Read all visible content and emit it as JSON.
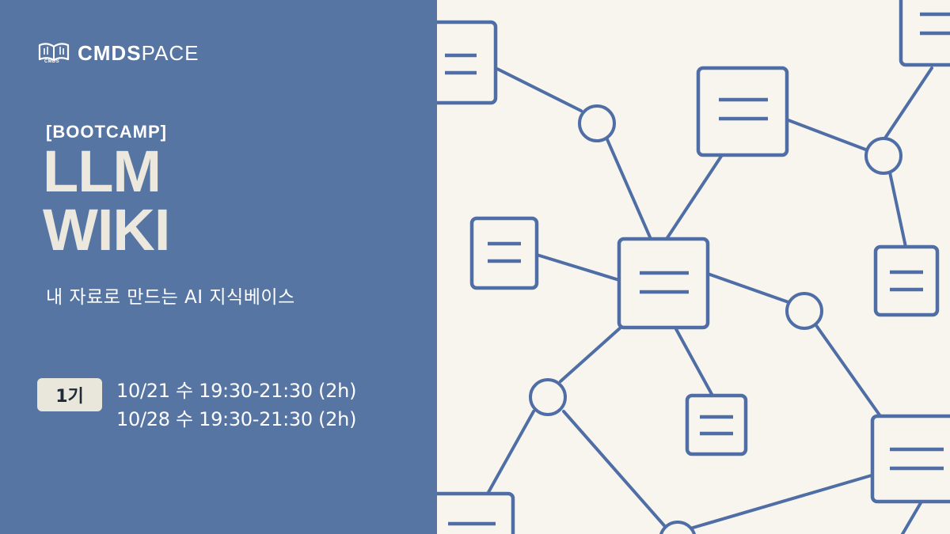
{
  "brand": {
    "mark_text": "CMDS",
    "name_bold": "CMDS",
    "name_light": "PACE"
  },
  "hero": {
    "kicker": "[BOOTCAMP]",
    "title_line1": "LLM",
    "title_line2": "WIKI",
    "subtitle": "내 자료로 만드는 AI 지식베이스"
  },
  "schedule": {
    "cohort": "1기",
    "sessions": [
      "10/21 수 19:30-21:30 (2h)",
      "10/28 수 19:30-21:30 (2h)"
    ]
  },
  "colors": {
    "panel_blue": "#5775a3",
    "cream": "#f8f5ee",
    "line_blue": "#4f6ea6",
    "title_cream": "#ece8de"
  },
  "icons": [
    "book-logo-icon",
    "document-node-icon",
    "circle-node-icon"
  ]
}
